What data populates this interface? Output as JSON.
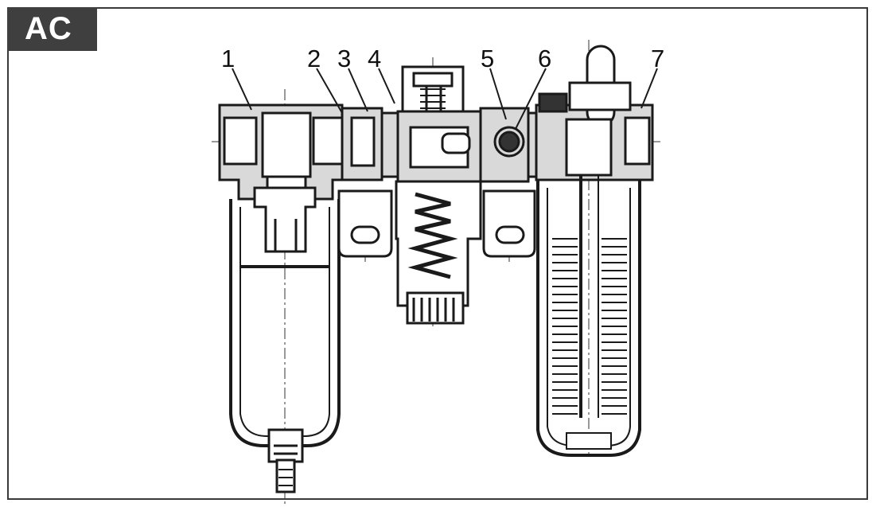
{
  "badge": {
    "text": "AC",
    "color": "#3f3f3f"
  },
  "callouts": [
    {
      "label": "1"
    },
    {
      "label": "2"
    },
    {
      "label": "3"
    },
    {
      "label": "4"
    },
    {
      "label": "5"
    },
    {
      "label": "6"
    },
    {
      "label": "7"
    }
  ],
  "colors": {
    "line": "#1a1a1a",
    "fill": "#d9d9d9",
    "dark": "#222222"
  }
}
